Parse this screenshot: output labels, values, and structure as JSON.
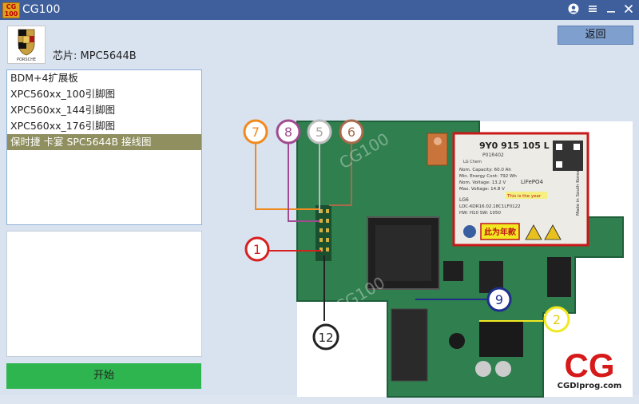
{
  "app": {
    "logo_text": "CG 100",
    "title": "CG100"
  },
  "titlebar_icons": [
    "user-icon",
    "menu-icon",
    "minimize-icon",
    "close-icon"
  ],
  "brand": {
    "name": "PORSCHE"
  },
  "chip_label": "芯片: MPC5644B",
  "back_label": "返回",
  "list_items": [
    "BDM+4扩展板",
    "XPC560xx_100引脚图",
    "XPC560xx_144引脚图",
    "XPC560xx_176引脚图",
    "保时捷 卡宴 SPC5644B 接线图"
  ],
  "selected_item_index": 4,
  "start_label": "开始",
  "diagram": {
    "pin_markers": [
      {
        "label": "7",
        "color": "#f08a1e"
      },
      {
        "label": "8",
        "color": "#a04a90"
      },
      {
        "label": "5",
        "color": "#bdbdbd"
      },
      {
        "label": "6",
        "color": "#a86a4a"
      },
      {
        "label": "1",
        "color": "#d62020"
      },
      {
        "label": "12",
        "color": "#222222"
      },
      {
        "label": "9",
        "color": "#1e2f8c"
      },
      {
        "label": "2",
        "color": "#f2e820"
      }
    ],
    "watermark": "CG100",
    "label_sticker": {
      "part_number": "9Y0 915 105 L",
      "part_sub": "P01R402",
      "maker": "LG Chem",
      "spec_lines": [
        "Nom. Capacity: 60.0 Ah",
        "Min. Energy Cont: 792 Wh",
        "Nom. Voltage: 13.2 V",
        "Max. Voltage: 14.8 V"
      ],
      "chem": "LiFePO4",
      "code_line1": "LG6",
      "code_line2": "LDC-KOR16.02.18C1LF0122",
      "hw_line": "HW: H10      SW: 1050",
      "note_en": "This is the year",
      "note_cn": "此为年款",
      "made_in": "Made in South Korea"
    },
    "brand_logo_text": "CG",
    "brand_url": "CGDIprog.com"
  }
}
